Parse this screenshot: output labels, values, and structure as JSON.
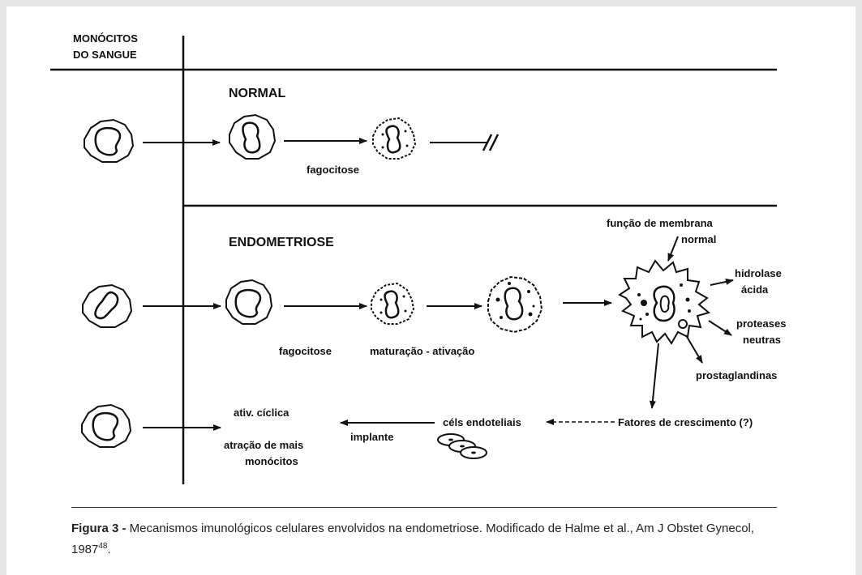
{
  "diagram": {
    "header": {
      "line1": "MONÓCITOS",
      "line2": "DO SANGUE"
    },
    "normal": {
      "title": "NORMAL",
      "fagocitose": "fagocitose"
    },
    "endometriose": {
      "title": "ENDOMETRIOSE",
      "fagocitose": "fagocitose",
      "maturacao": "maturação - ativação",
      "funcao1": "função de membrana",
      "funcao2": "normal",
      "hidrolase1": "hidrolase",
      "hidrolase2": "ácida",
      "proteases1": "proteases",
      "proteases2": "neutras",
      "prostaglandinas": "prostaglandinas",
      "fatores": "Fatores de crescimento (?)",
      "cels": "céls endoteliais",
      "implante": "implante",
      "ativ": "ativ. cíclica",
      "atracao1": "atração de mais",
      "atracao2": "monócitos"
    }
  },
  "caption": {
    "label": "Figura 3 -",
    "text": " Mecanismos imunológicos celulares envolvidos na endometriose. Modificado de Halme et al., Am J Obstet Gynecol, 1987",
    "ref": "48",
    "end": "."
  }
}
